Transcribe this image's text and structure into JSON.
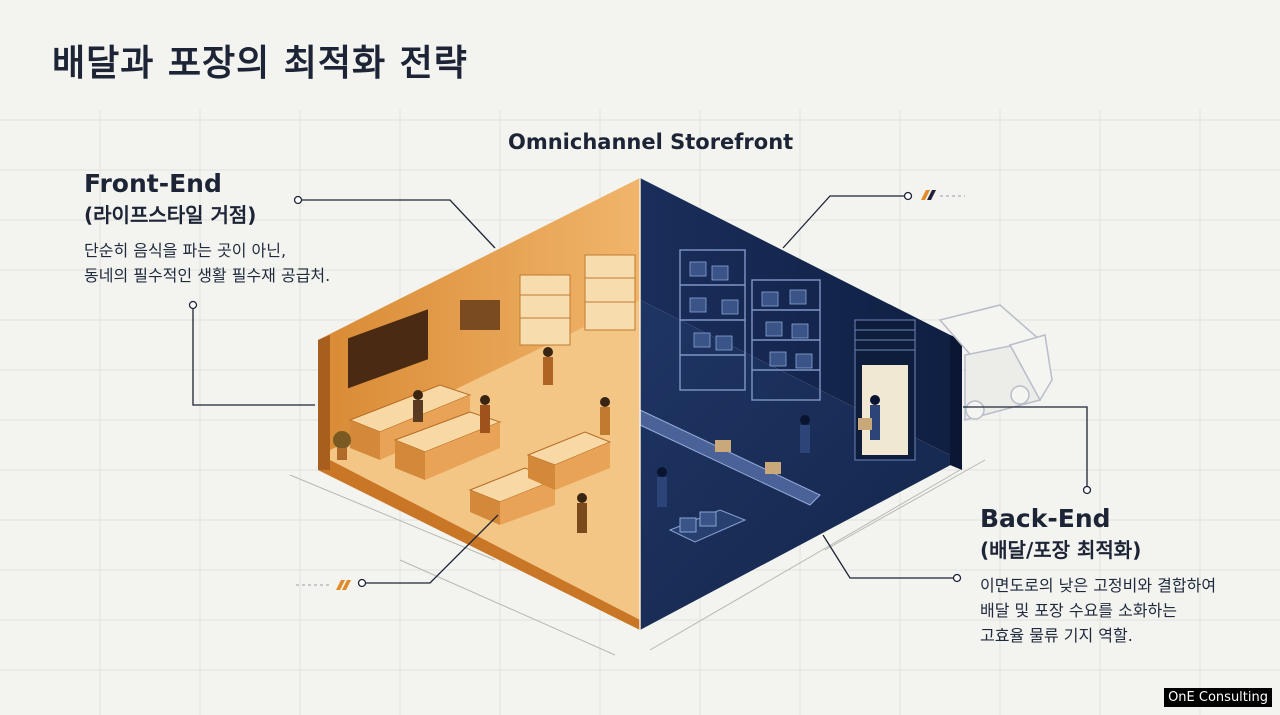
{
  "title": "배달과 포장의 최적화 전략",
  "center_label": "Omnichannel Storefront",
  "front_end": {
    "heading": "Front-End",
    "subheading": "(라이프스타일 거점)",
    "desc_line1": "단순히 음식을 파는 곳이 아닌,",
    "desc_line2": "동네의 필수적인 생활 필수재 공급처."
  },
  "back_end": {
    "heading": "Back-End",
    "subheading": "(배달/포장 최적화)",
    "desc_line1": "이면도로의 낮은 고정비와 결합하여",
    "desc_line2": "배달 및 포장 수요를 소화하는",
    "desc_line3": "고효율 물류 기지 역할."
  },
  "badge": "OnE Consulting",
  "colors": {
    "front_orange": "#e9a14b",
    "back_navy": "#17294f",
    "text_dark": "#1c2436",
    "accent_orange": "#e08a2a"
  }
}
